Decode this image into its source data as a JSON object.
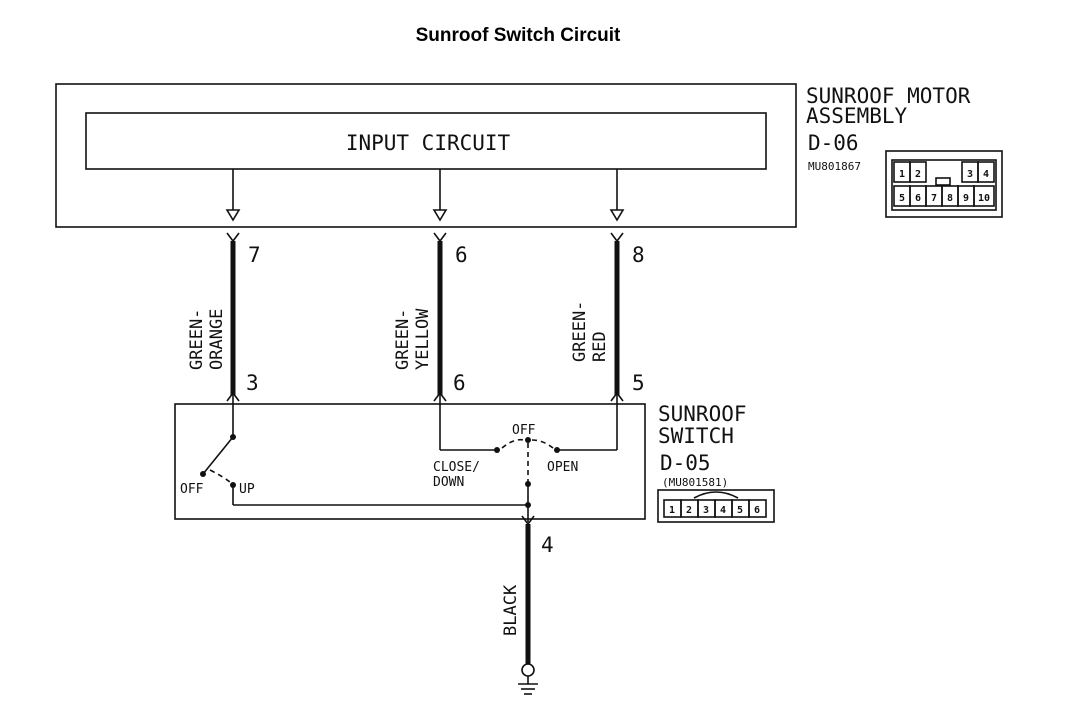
{
  "title": "Sunroof Switch Circuit",
  "motor_assembly": {
    "name_line1": "SUNROOF MOTOR",
    "name_line2": "ASSEMBLY",
    "connector_id": "D-06",
    "part_number": "MU801867",
    "input_circuit_label": "INPUT CIRCUIT",
    "connector_pins_top": [
      "1",
      "2",
      "3",
      "4"
    ],
    "connector_pins_bottom": [
      "5",
      "6",
      "7",
      "8",
      "9",
      "10"
    ]
  },
  "sunroof_switch": {
    "name_line1": "SUNROOF",
    "name_line2": "SWITCH",
    "connector_id": "D-05",
    "part_number": "(MU801581)",
    "connector_pins": [
      "1",
      "2",
      "3",
      "4",
      "5",
      "6"
    ],
    "positions": {
      "off_left": "OFF",
      "up": "UP",
      "off_center": "OFF",
      "close_down_line1": "CLOSE/",
      "close_down_line2": "DOWN",
      "open": "OPEN"
    }
  },
  "wires": [
    {
      "color_line1": "GREEN-",
      "color_line2": "ORANGE",
      "motor_pin": "7",
      "switch_pin": "3"
    },
    {
      "color_line1": "GREEN-",
      "color_line2": "YELLOW",
      "motor_pin": "6",
      "switch_pin": "6"
    },
    {
      "color_line1": "GREEN-",
      "color_line2": "RED",
      "motor_pin": "8",
      "switch_pin": "5"
    }
  ],
  "ground_wire": {
    "color": "BLACK",
    "switch_pin": "4"
  }
}
